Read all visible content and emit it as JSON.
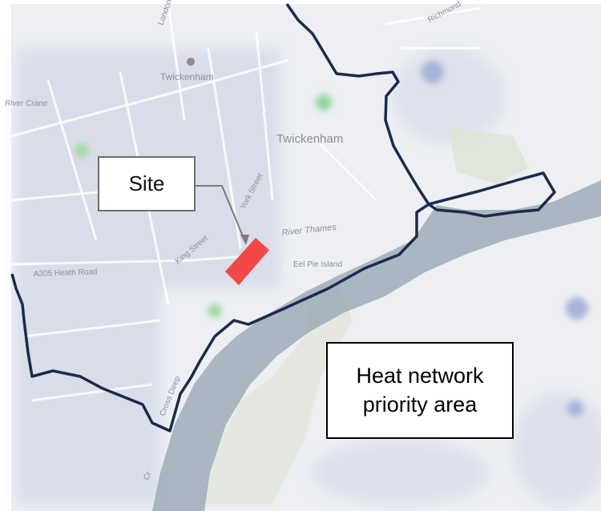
{
  "map": {
    "place_labels": {
      "twickenham_station": "Twickenham",
      "twickenham_town": "Twickenham",
      "river_crane": "River Crane",
      "river_thames": "River Thames",
      "eel_pie_island": "Eel Pie Island",
      "king_street": "King Street",
      "york_street": "York Street",
      "heath_road": "A305  Heath Road",
      "richmond_road": "Richmond",
      "london_road": "London",
      "cross_deep": "Cross Deep",
      "cross_deep_short": "Cr"
    },
    "colors": {
      "boundary": "#1c2a4a",
      "site": "#f24848",
      "river": "#9aa7b3",
      "land": "#eef0f3",
      "park": "#dfe5da"
    }
  },
  "callout": {
    "label": "Site"
  },
  "legend": {
    "line1": "Heat network",
    "line2": "priority area"
  }
}
